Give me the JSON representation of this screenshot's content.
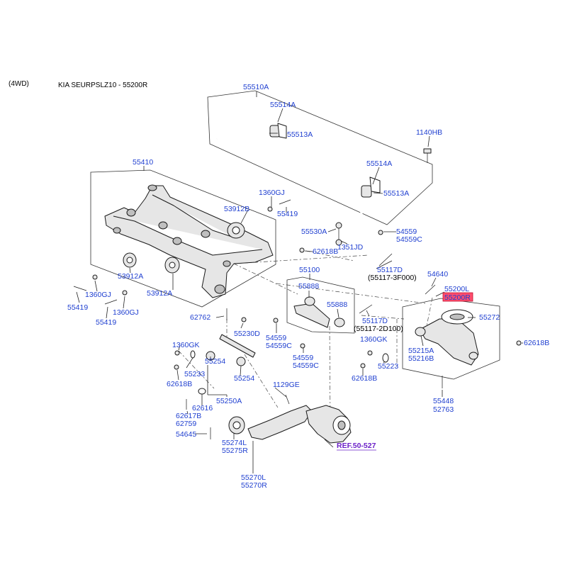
{
  "header": {
    "variant": "(4WD)",
    "model": "KIA SEURPSLZ10 - 55200R"
  },
  "colors": {
    "label": "#1f3fd0",
    "highlight_fill": "#ff4d6d",
    "reference": "#6a1fc8"
  },
  "labels": {
    "l55510A": "55510A",
    "l55514A_top": "55514A",
    "l55513A_top": "55513A",
    "l1140HB": "1140HB",
    "l55514A_bot": "55514A",
    "l55513A_bot": "55513A",
    "l55410": "55410",
    "l1360GJ_top": "1360GJ",
    "l53912B": "53912B",
    "l55419_top": "55419",
    "l55530A": "55530A",
    "l1351JD": "1351JD",
    "l54559_a": "54559",
    "l54559C_a": "54559C",
    "l62618B_top": "62618B",
    "l55100": "55100",
    "l55117D_a": "55117D",
    "l55117_3F000": "(55117-3F000)",
    "l54640": "54640",
    "l55200L": "55200L",
    "l55200R": "55200R",
    "l53912A_left": "53912A",
    "l1360GJ_left": "1360GJ",
    "l55419_left": "55419",
    "l53912A_mid": "53912A",
    "l1360GJ_mid": "1360GJ",
    "l55419_mid": "55419",
    "l55888_top": "55888",
    "l55888_bot": "55888",
    "l55117D_b": "55117D",
    "l55117_2D100": "(55117-2D100)",
    "l55272": "55272",
    "l62762": "62762",
    "l55230D": "55230D",
    "l54559_b": "54559",
    "l54559C_b": "54559C",
    "l1360GK_right": "1360GK",
    "l55215A": "55215A",
    "l55216B": "55216B",
    "l62618B_right": "62618B",
    "l1360GK_left": "1360GK",
    "l55254_top": "55254",
    "l55233": "55233",
    "l54559_c": "54559",
    "l54559C_c": "54559C",
    "l55223": "55223",
    "l62618B_left": "62618B",
    "l55254_bot": "55254",
    "l62618B_mid": "62618B",
    "l1129GE": "1129GE",
    "l55448": "55448",
    "l52763": "52763",
    "l62616": "62616",
    "l55250A": "55250A",
    "l62617B": "62617B",
    "l62759": "62759",
    "l54645": "54645",
    "l55274L": "55274L",
    "l55275R": "55275R",
    "l55270L": "55270L",
    "l55270R": "55270R",
    "ref": "REF.50-527"
  }
}
